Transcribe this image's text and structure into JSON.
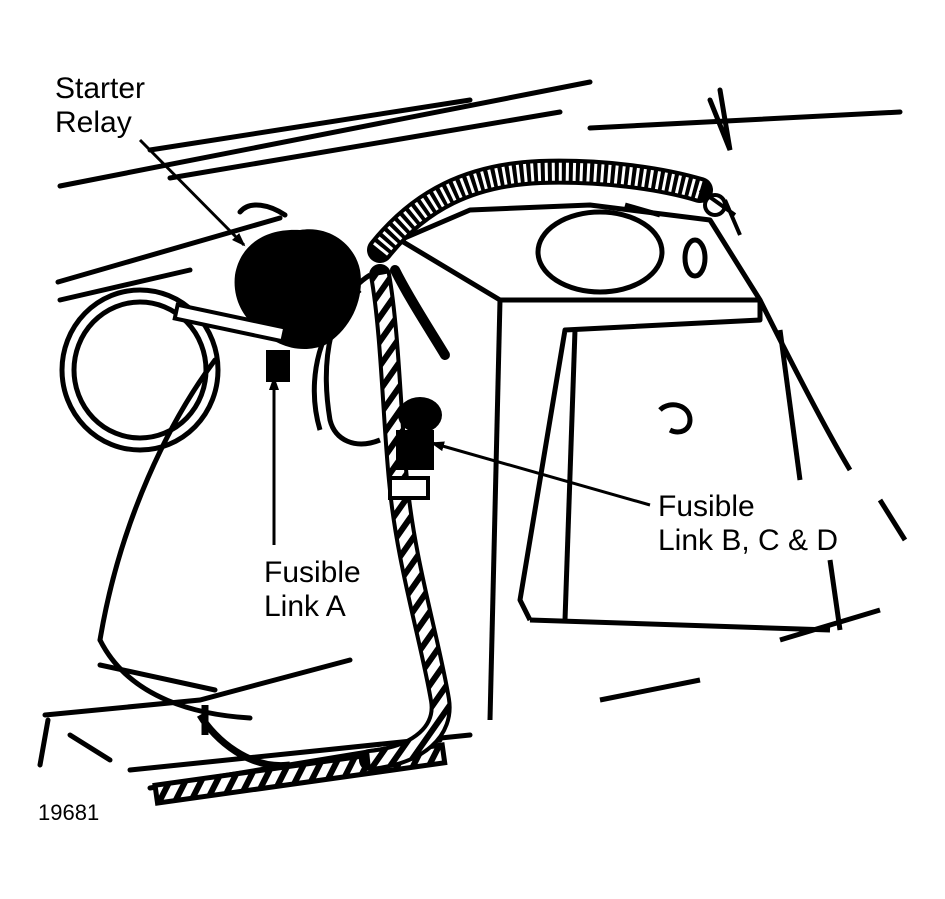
{
  "labels": {
    "starter_relay_line1": "Starter",
    "starter_relay_line2": "Relay",
    "fusible_link_a_line1": "Fusible",
    "fusible_link_a_line2": "Link A",
    "fusible_link_bcd_line1": "Fusible",
    "fusible_link_bcd_line2": "Link B, C & D"
  },
  "figure_number": "19681",
  "colors": {
    "ink": "#000000",
    "paper": "#ffffff"
  }
}
